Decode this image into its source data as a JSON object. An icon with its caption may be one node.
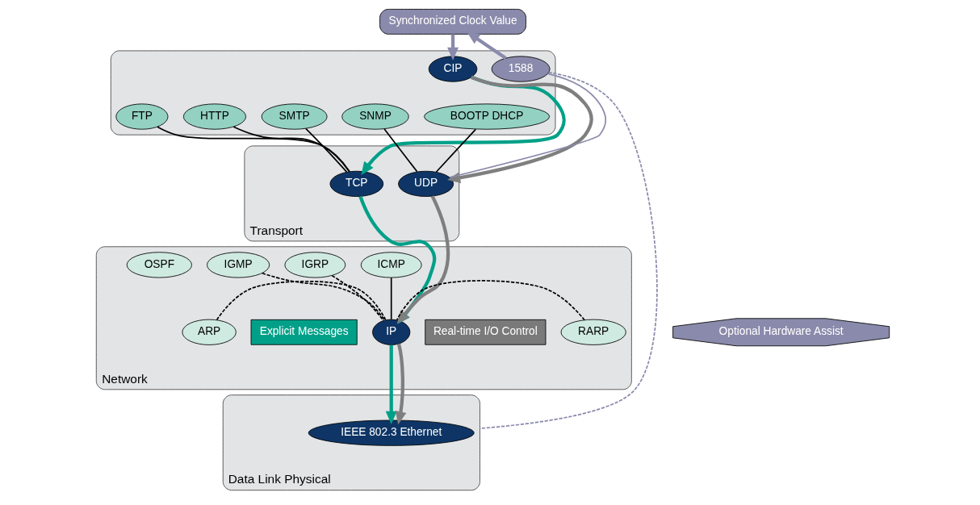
{
  "diagram": {
    "nodes": [
      {
        "text": [
          "Synchronized Clock Value"
        ]
      },
      {
        "text": [],
        "shape": "box"
      },
      {
        "text": [
          "CIP"
        ],
        "in": 1
      },
      {
        "text": [
          "1588"
        ],
        "in": 1
      },
      {
        "text": [
          "FTP"
        ],
        "in": 1
      },
      {
        "text": [
          "HTTP"
        ],
        "in": 1
      },
      {
        "text": [
          "SMTP"
        ],
        "in": 1
      },
      {
        "text": [
          "SNMP"
        ],
        "in": 1
      },
      {
        "text": [
          "BOOTP DHCP"
        ],
        "in": 1
      },
      {
        "text": [
          "Transport"
        ]
      },
      {
        "text": [
          "TCP"
        ],
        "in": 9
      },
      {
        "text": [
          "UDP"
        ],
        "in": 9
      },
      {
        "text": [
          "Network"
        ]
      },
      {
        "text": [
          "OSPF"
        ],
        "in": 12
      },
      {
        "text": [
          "IGRP"
        ],
        "in": 12
      },
      {
        "text": [
          "ICMP"
        ],
        "in": 12
      },
      {
        "text": [
          "IGMP"
        ],
        "in": 12
      },
      {
        "text": [
          "Explicit Messages"
        ],
        "in": 12
      },
      {
        "text": [
          "Real-time I/O Control"
        ],
        "in": 12
      },
      {
        "text": [
          "ARP"
        ],
        "in": 12
      },
      {
        "text": [
          "IP"
        ],
        "in": 12
      },
      {
        "text": [
          "RARP"
        ],
        "in": 12
      },
      {
        "text": [
          "Data Link Physical"
        ]
      },
      {
        "text": [
          "IEEE 802.3 Ethernet"
        ],
        "in": 22
      },
      {
        "text": [
          "Optional Hardware Assist"
        ]
      }
    ],
    "edges": [
      {
        "from": 0,
        "to": 2,
        "arrow": "to",
        "style": "thick",
        "color": "#8a8aac"
      },
      {
        "from": 3,
        "to": 0,
        "arrow": "to",
        "style": "thick",
        "color": "#8a8aac"
      },
      {
        "from": 3,
        "to": 22,
        "arrow": "none",
        "style": "dashed",
        "color": "#8a8aac"
      },
      {
        "from": 2,
        "to": 10,
        "arrow": "to",
        "style": "thick",
        "color": "#00a088"
      },
      {
        "from": 2,
        "to": 11,
        "arrow": "to",
        "style": "thick",
        "color": "#7f7f7f"
      },
      {
        "from": 4,
        "to": 10,
        "arrow": "none"
      },
      {
        "from": 5,
        "to": 10,
        "arrow": "none"
      },
      {
        "from": 6,
        "to": 10,
        "arrow": "none"
      },
      {
        "from": 7,
        "to": 11,
        "arrow": "none"
      },
      {
        "from": 8,
        "to": 11,
        "arrow": "none"
      },
      {
        "from": 3,
        "to": 11,
        "arrow": "none",
        "color": "#8a8aac"
      },
      {
        "from": 10,
        "to": 20,
        "arrow": "to",
        "style": "thick",
        "color": "#00a088"
      },
      {
        "from": 11,
        "to": 20,
        "arrow": "to",
        "style": "thick",
        "color": "#7f7f7f"
      },
      {
        "from": 15,
        "to": 20,
        "arrow": "none"
      },
      {
        "from": 14,
        "to": 20,
        "arrow": "none",
        "style": "dashed"
      },
      {
        "from": 19,
        "to": 20,
        "arrow": "none",
        "style": "dashed"
      },
      {
        "from": 16,
        "to": 20,
        "arrow": "none",
        "style": "dashed"
      },
      {
        "from": 21,
        "to": 20,
        "arrow": "none",
        "style": "dashed"
      },
      {
        "from": 20,
        "to": 23,
        "arrow": "to",
        "style": "thick",
        "color": "#00a088"
      },
      {
        "from": 20,
        "to": 23,
        "arrow": "to",
        "style": "thick",
        "color": "#7f7f7f"
      }
    ]
  }
}
